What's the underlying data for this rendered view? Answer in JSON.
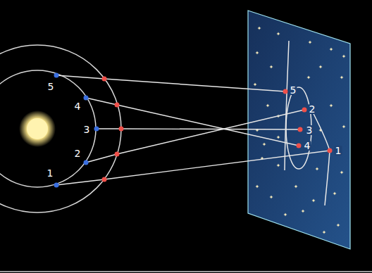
{
  "diagram": {
    "labels": [
      "5",
      "4",
      "3",
      "2",
      "1",
      "5",
      "2",
      "3",
      "4",
      "1"
    ]
  }
}
